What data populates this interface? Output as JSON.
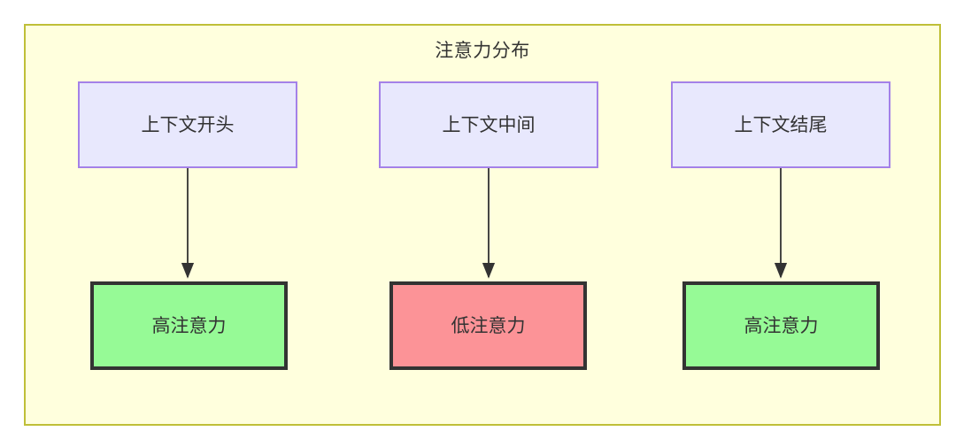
{
  "diagram": {
    "title": "注意力分布",
    "colors": {
      "canvas_background": "#ffffff",
      "container_fill": "#ffffdd",
      "container_border": "#bfbf38",
      "context_node_fill": "#e8e8fd",
      "context_node_border": "#a481e8",
      "high_attention_fill": "#96fa96",
      "low_attention_fill": "#fc9397",
      "attention_node_border": "#333333",
      "edge_color": "#333333",
      "text_color": "#333333"
    },
    "context_nodes": [
      {
        "id": "context-start",
        "label": "上下文开头"
      },
      {
        "id": "context-middle",
        "label": "上下文中间"
      },
      {
        "id": "context-end",
        "label": "上下文结尾"
      }
    ],
    "attention_nodes": [
      {
        "id": "attention-start",
        "label": "高注意力",
        "level": "high"
      },
      {
        "id": "attention-middle",
        "label": "低注意力",
        "level": "low"
      },
      {
        "id": "attention-end",
        "label": "高注意力",
        "level": "high"
      }
    ],
    "edges": [
      {
        "from": "上下文开头",
        "to": "高注意力",
        "label": ""
      },
      {
        "from": "上下文中间",
        "to": "低注意力",
        "label": ""
      },
      {
        "from": "上下文结尾",
        "to": "高注意力",
        "label": ""
      }
    ]
  }
}
